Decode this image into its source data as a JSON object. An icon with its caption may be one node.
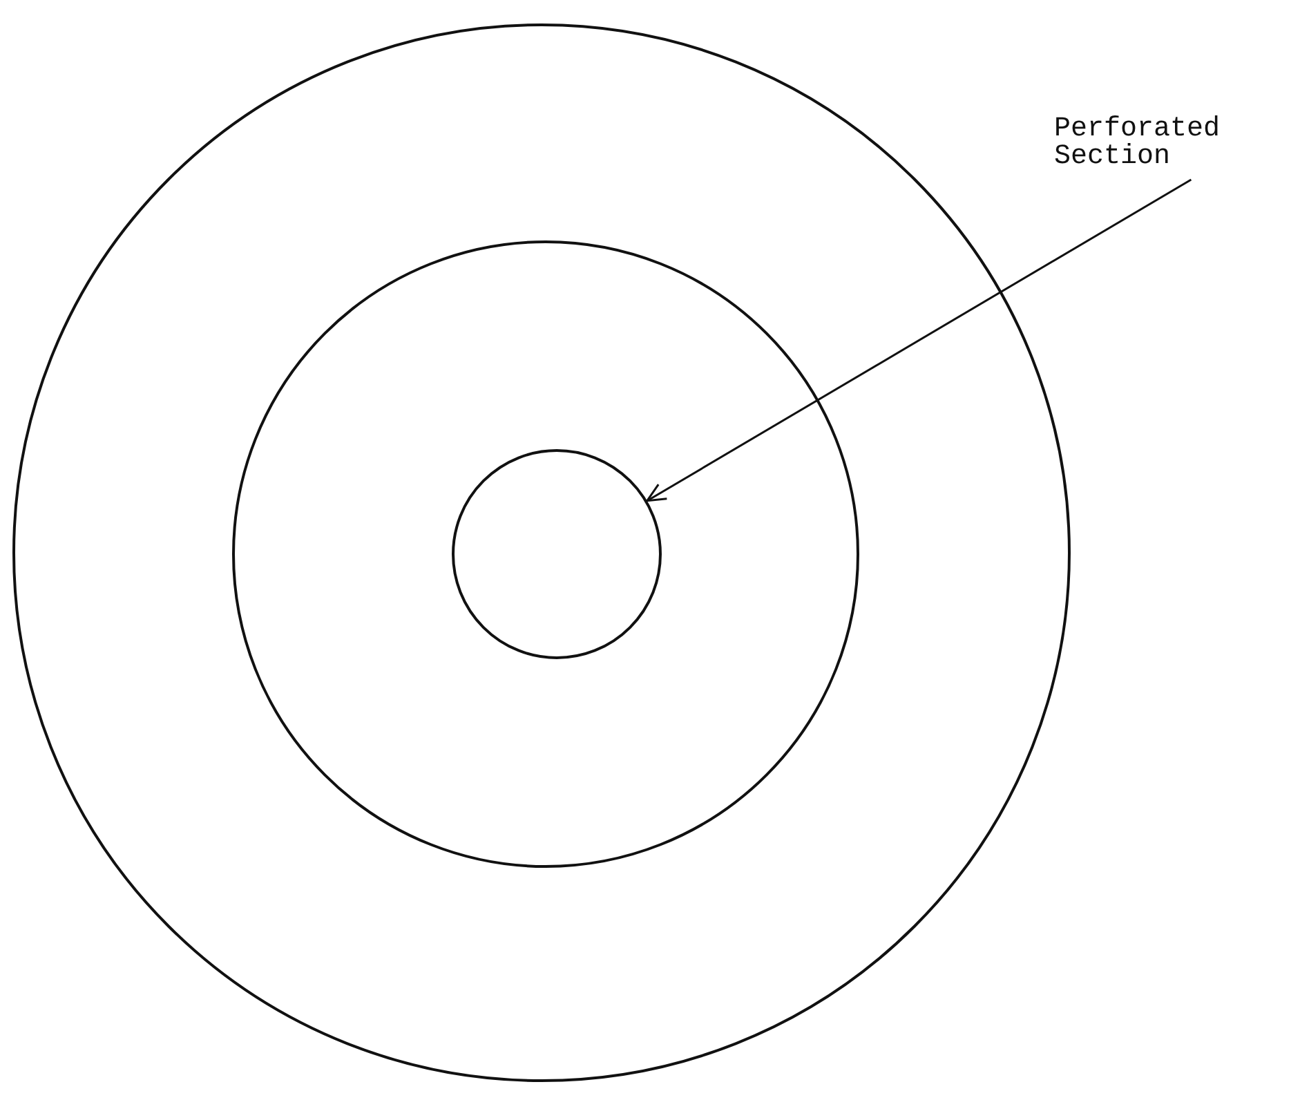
{
  "diagram": {
    "nodes": [
      {
        "text": [
          "Perforated Section"
        ]
      },
      {
        "text": [],
        "shape": "circle"
      }
    ],
    "edges": [
      {
        "from": 0,
        "to": 1,
        "arrow": "to"
      }
    ]
  }
}
